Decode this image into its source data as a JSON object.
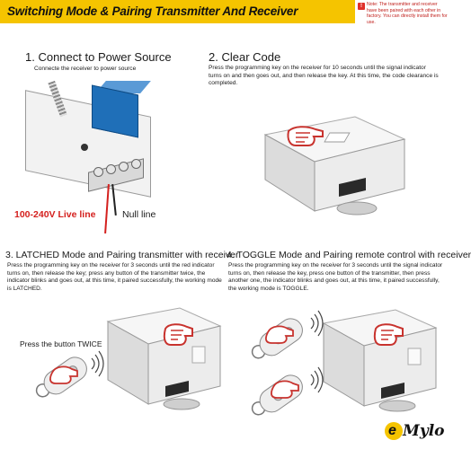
{
  "header": {
    "title": "Switching Mode & Pairing Transmitter And Receiver",
    "note": "Note: The transmitter and receiver have been paired with each other in factory. You can directly install them for use."
  },
  "section1": {
    "title": "1. Connect to Power Source",
    "desc": "Connecte the receiver to power source",
    "live_label": "100-240V Live line",
    "null_label": "Null line"
  },
  "section2": {
    "title": "2. Clear Code",
    "desc": "Press the programming key on the receiver for 10 seconds until the signal indicator turns on and then goes out, and then release the key. At this time, the code clearance is completed."
  },
  "section3": {
    "title": "3. LATCHED Mode and Pairing transmitter with receiver",
    "desc": "Press the programming key on the receiver for 3 seconds until the red indicator turns on, then release the key; press any button of the transmitter twice, the indicator blinks and goes out, at this time, it paired successfully, the working mode is LATCHED.",
    "press_label": "Press the button TWICE"
  },
  "section4": {
    "title": "4. TOGGLE Mode and Pairing remote control with receiver",
    "desc": "Press the programming key on the receiver for 3 seconds until the signal indicator turns on, then release the key, press one button of the transmitter, then press another one, the indicator blinks and goes out, at this time, it paired successfully, the working mode is TOGGLE."
  },
  "logo": {
    "text": "Mylo",
    "mark": "e"
  },
  "colors": {
    "accent": "#f5c400",
    "live": "#d4201e",
    "relay": "#1f6fb8"
  }
}
